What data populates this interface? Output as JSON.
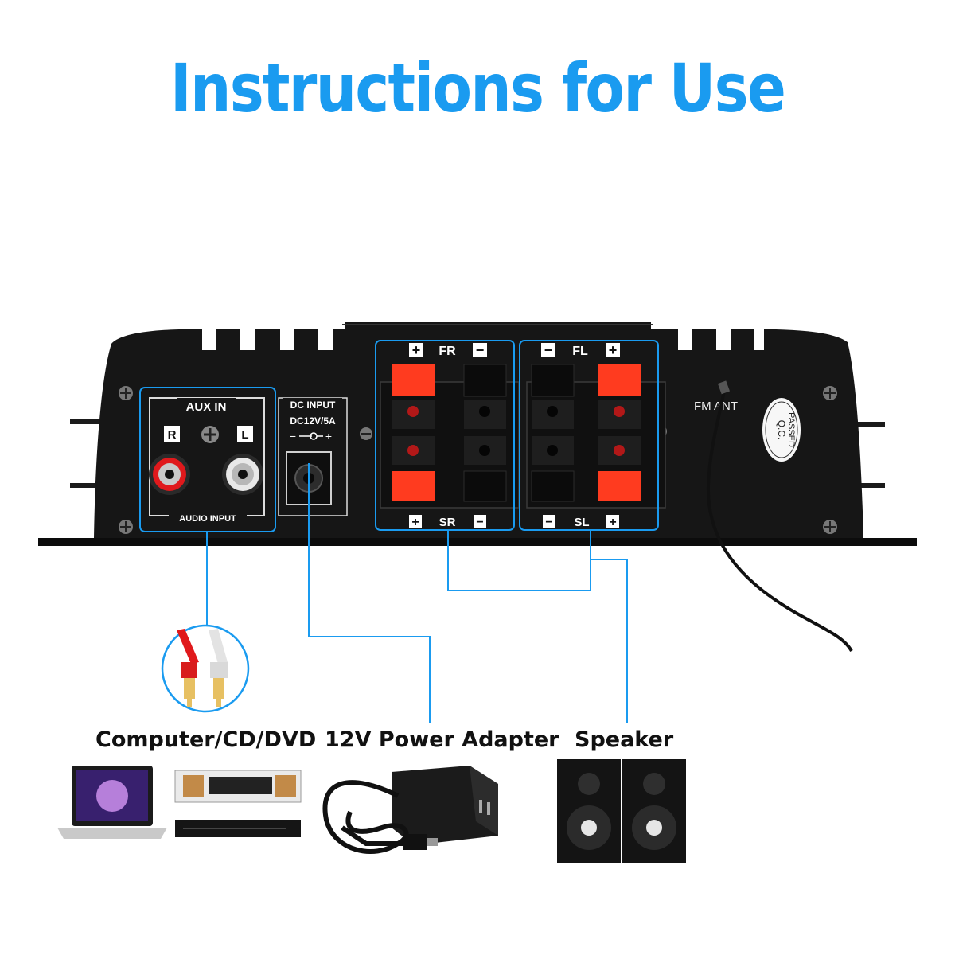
{
  "title": "Instructions for Use",
  "panel": {
    "aux_in": "AUX IN",
    "aux_r": "R",
    "aux_l": "L",
    "audio_input": "AUDIO INPUT",
    "dc_input": "DC INPUT",
    "dc_spec": "DC12V/5A",
    "dc_polarity_minus": "−",
    "dc_polarity_plus": "+",
    "fr": "FR",
    "fl": "FL",
    "sr": "SR",
    "sl": "SL",
    "plus": "+",
    "minus": "−",
    "fm_ant": "FM ANT",
    "qc_line1": "Q.C.",
    "qc_line2": "PASSED"
  },
  "captions": {
    "computer": "Computer/CD/DVD",
    "adapter": "12V Power Adapter",
    "speaker": "Speaker"
  },
  "colors": {
    "accent": "#1a9bf0",
    "panel": "#141414",
    "terminal_red": "#ff3b1f",
    "rca_red": "#e0191c",
    "rca_white": "#e8e8e8"
  }
}
